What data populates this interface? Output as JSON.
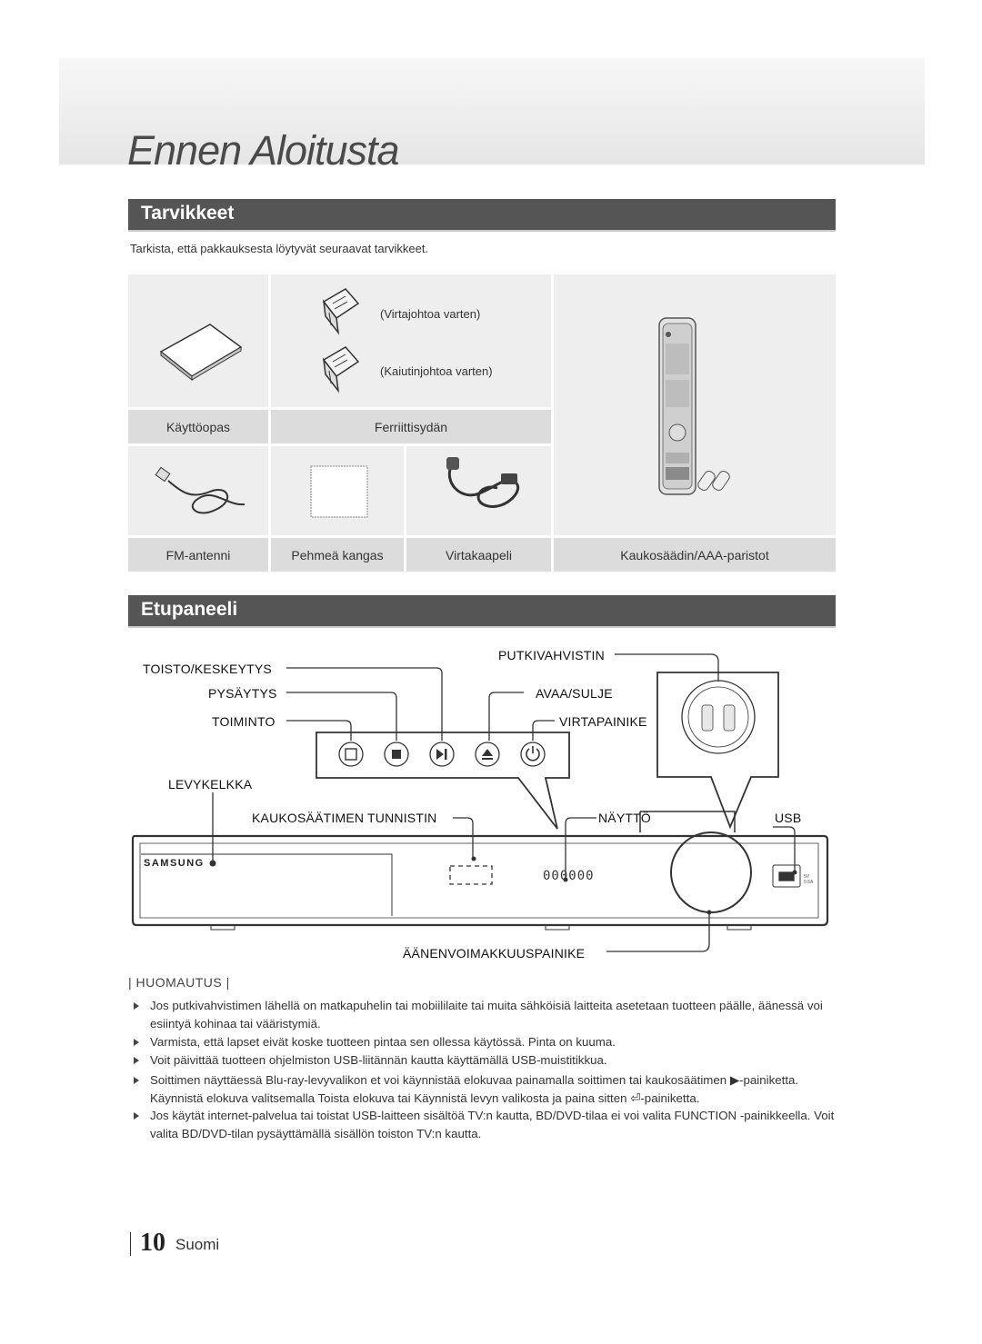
{
  "chapter_title": "Ennen Aloitusta",
  "sections": {
    "accessories": "Tarvikkeet",
    "front_panel": "Etupaneeli"
  },
  "intro": "Tarkista, että pakkauksesta löytyvät seuraavat tarvikkeet.",
  "accessories": {
    "ferrite_power": "(Virtajohtoa varten)",
    "ferrite_speaker": "(Kaiutinjohtoa varten)",
    "manual": "Käyttöopas",
    "ferrite": "Ferriittisydän",
    "fm_antenna": "FM-antenni",
    "cloth": "Pehmeä kangas",
    "power_cable": "Virtakaapeli",
    "remote": "Kaukosäädin/AAA-paristot"
  },
  "front_panel": {
    "play_pause": "TOISTO/KESKEYTYS",
    "stop": "PYSÄYTYS",
    "function": "TOIMINTO",
    "disc_tray": "LEVYKELKKA",
    "remote_sensor": "KAUKOSÄÄTIMEN TUNNISTIN",
    "tube_amp": "PUTKIVAHVISTIN",
    "open_close": "AVAA/SULJE",
    "power_button": "VIRTAPAINIKE",
    "display": "NÄYTTÖ",
    "usb": "USB",
    "volume": "ÄÄNENVOIMAKKUUSPAINIKE",
    "brand": "SAMSUNG",
    "display_digits": "000000",
    "usb_label": "5V 0.5A"
  },
  "note": {
    "heading": "| HUOMAUTUS |",
    "items": [
      "Jos putkivahvistimen lähellä on matkapuhelin tai mobiililaite tai muita sähköisiä laitteita asetetaan tuotteen päälle, äänessä voi esiintyä kohinaa tai vääristymiä.",
      "Varmista, että lapset eivät koske tuotteen pintaa sen ollessa käytössä. Pinta on kuuma.",
      "Voit päivittää tuotteen ohjelmiston USB-liitännän kautta käyttämällä USB-muistitikkua.",
      "Soittimen näyttäessä Blu-ray-levyvalikon et voi käynnistää elokuvaa painamalla soittimen tai kaukosäätimen ▶-painiketta. Käynnistä elokuva valitsemalla Toista elokuva tai Käynnistä levyn valikosta ja paina sitten ⏎-painiketta.",
      "Jos käytät internet-palvelua tai toistat USB-laitteen sisältöä TV:n kautta, BD/DVD-tilaa ei voi valita FUNCTION -painikkeella. Voit valita BD/DVD-tilan pysäyttämällä sisällön toiston TV:n kautta."
    ]
  },
  "footer": {
    "page_number": "10",
    "language": "Suomi"
  }
}
